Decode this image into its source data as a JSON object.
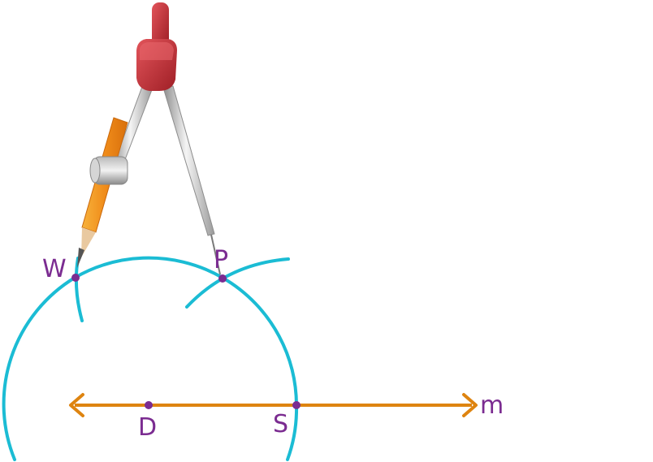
{
  "colors": {
    "arc": "#1bbcd4",
    "line": "#de8410",
    "point": "#7b2c91",
    "label": "#7b2c91",
    "compass_head": "#c8343c",
    "pencil": "#f39a22"
  },
  "line": {
    "label": "m"
  },
  "points": {
    "w": "W",
    "p": "P",
    "d": "D",
    "s": "S"
  },
  "icons": {
    "compass": "compass-icon",
    "pencil": "pencil-icon"
  }
}
